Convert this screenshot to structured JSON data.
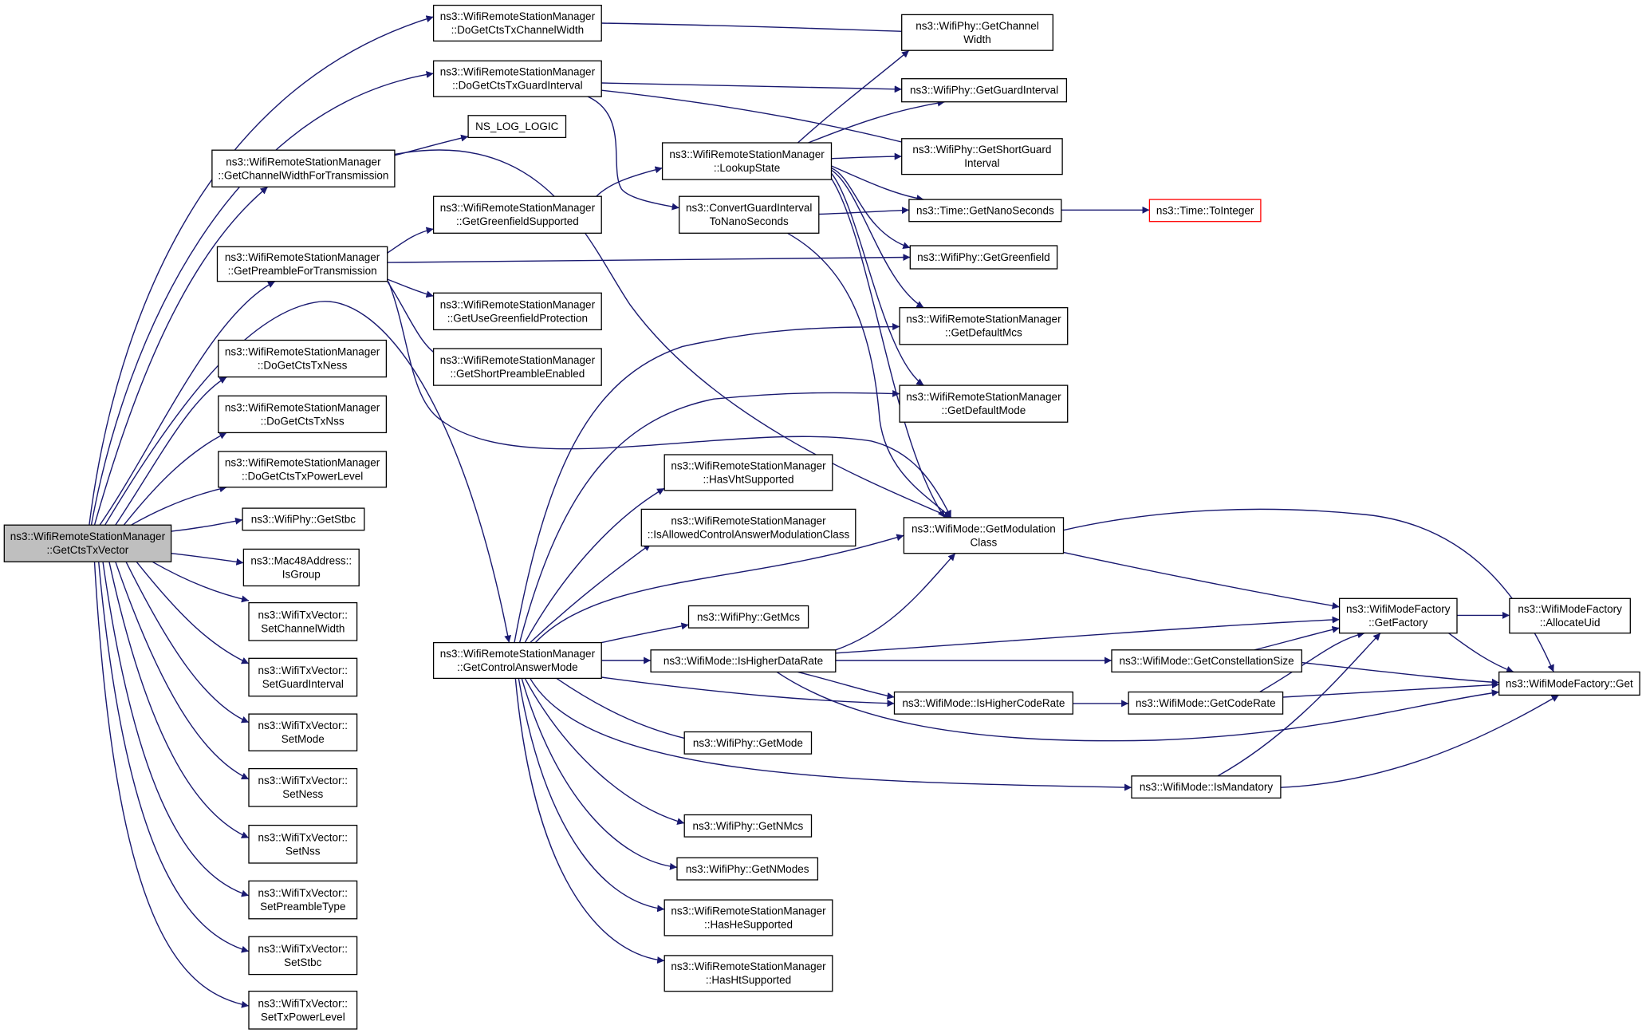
{
  "nodes": {
    "n1": [
      "ns3::WifiRemoteStationManager",
      "::GetCtsTxVector"
    ],
    "n2": [
      "ns3::WifiRemoteStationManager",
      "::DoGetCtsTxChannelWidth"
    ],
    "n3": [
      "ns3::WifiRemoteStationManager",
      "::DoGetCtsTxGuardInterval"
    ],
    "n4": [
      "ns3::WifiRemoteStationManager",
      "::GetChannelWidthForTransmission"
    ],
    "n5": [
      "ns3::WifiRemoteStationManager",
      "::GetPreambleForTransmission"
    ],
    "n6": [
      "ns3::WifiRemoteStationManager",
      "::DoGetCtsTxNess"
    ],
    "n7": [
      "ns3::WifiRemoteStationManager",
      "::DoGetCtsTxNss"
    ],
    "n8": [
      "ns3::WifiRemoteStationManager",
      "::DoGetCtsTxPowerLevel"
    ],
    "n9": [
      "ns3::WifiPhy::GetStbc"
    ],
    "n10": [
      "ns3::Mac48Address::",
      "IsGroup"
    ],
    "n11": [
      "ns3::WifiTxVector::",
      "SetChannelWidth"
    ],
    "n12": [
      "ns3::WifiTxVector::",
      "SetGuardInterval"
    ],
    "n13": [
      "ns3::WifiTxVector::",
      "SetMode"
    ],
    "n14": [
      "ns3::WifiTxVector::",
      "SetNess"
    ],
    "n15": [
      "ns3::WifiTxVector::",
      "SetNss"
    ],
    "n16": [
      "ns3::WifiTxVector::",
      "SetPreambleType"
    ],
    "n17": [
      "ns3::WifiTxVector::",
      "SetStbc"
    ],
    "n18": [
      "ns3::WifiTxVector::",
      "SetTxPowerLevel"
    ],
    "n19": [
      "ns3::WifiRemoteStationManager",
      "::GetControlAnswerMode"
    ],
    "n20": [
      "NS_LOG_LOGIC"
    ],
    "n21": [
      "ns3::WifiRemoteStationManager",
      "::GetGreenfieldSupported"
    ],
    "n22": [
      "ns3::WifiRemoteStationManager",
      "::GetUseGreenfieldProtection"
    ],
    "n23": [
      "ns3::WifiRemoteStationManager",
      "::GetShortPreambleEnabled"
    ],
    "n24": [
      "ns3::WifiRemoteStationManager",
      "::LookupState"
    ],
    "n25": [
      "ns3::ConvertGuardInterval",
      "ToNanoSeconds"
    ],
    "n26": [
      "ns3::WifiRemoteStationManager",
      "::HasVhtSupported"
    ],
    "n27": [
      "ns3::WifiRemoteStationManager",
      "::IsAllowedControlAnswerModulationClass"
    ],
    "n28": [
      "ns3::WifiPhy::GetMcs"
    ],
    "n29": [
      "ns3::WifiMode::IsHigherDataRate"
    ],
    "n30": [
      "ns3::WifiPhy::GetMode"
    ],
    "n31": [
      "ns3::WifiPhy::GetNMcs"
    ],
    "n32": [
      "ns3::WifiPhy::GetNModes"
    ],
    "n33": [
      "ns3::WifiRemoteStationManager",
      "::HasHeSupported"
    ],
    "n34": [
      "ns3::WifiRemoteStationManager",
      "::HasHtSupported"
    ],
    "n35": [
      "ns3::WifiPhy::GetChannel",
      "Width"
    ],
    "n36": [
      "ns3::WifiPhy::GetGuardInterval"
    ],
    "n37": [
      "ns3::WifiPhy::GetShortGuard",
      "Interval"
    ],
    "n38": [
      "ns3::Time::GetNanoSeconds"
    ],
    "n39": [
      "ns3::WifiPhy::GetGreenfield"
    ],
    "n40": [
      "ns3::WifiRemoteStationManager",
      "::GetDefaultMcs"
    ],
    "n41": [
      "ns3::WifiRemoteStationManager",
      "::GetDefaultMode"
    ],
    "n42": [
      "ns3::WifiMode::GetModulation",
      "Class"
    ],
    "n43": [
      "ns3::WifiMode::IsHigherCodeRate"
    ],
    "n44": [
      "ns3::Time::ToInteger"
    ],
    "n45": [
      "ns3::WifiMode::GetConstellationSize"
    ],
    "n46": [
      "ns3::WifiMode::GetCodeRate"
    ],
    "n47": [
      "ns3::WifiMode::IsMandatory"
    ],
    "n48": [
      "ns3::WifiModeFactory",
      "::GetFactory"
    ],
    "n49": [
      "ns3::WifiModeFactory::Get"
    ],
    "n50": [
      "ns3::WifiModeFactory",
      "::AllocateUid"
    ]
  },
  "colors": {
    "edge": "#191970",
    "root_fill": "#bfbfbf",
    "highlight_border": "#ff0000"
  }
}
